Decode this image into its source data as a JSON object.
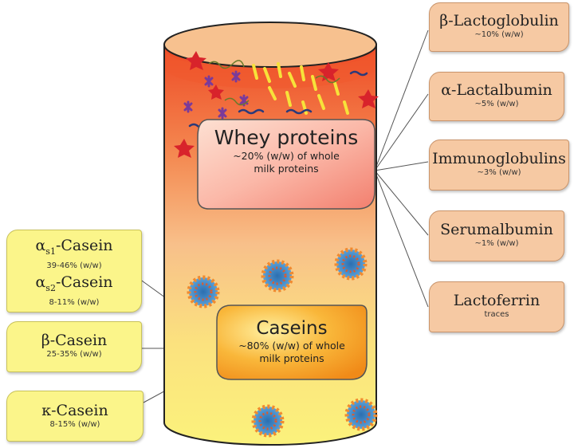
{
  "whey": {
    "title": "Whey proteins",
    "description_line1": "~20% (w/w) of whole",
    "description_line2": "milk proteins",
    "items": [
      {
        "name": "β-Lactoglobulin",
        "value": "~10% (w/w)"
      },
      {
        "name": "α-Lactalbumin",
        "value": "~5% (w/w)"
      },
      {
        "name": "Immunoglobulins",
        "value": "~3% (w/w)"
      },
      {
        "name": "Serumalbumin",
        "value": "~1% (w/w)"
      },
      {
        "name": "Lactoferrin",
        "value": "traces"
      }
    ]
  },
  "casein": {
    "title": "Caseins",
    "description_line1": "~80% (w/w) of whole",
    "description_line2": "milk proteins",
    "alpha": {
      "s1_prefix": "α",
      "s1_sub": "s1",
      "s1_suffix": "-Casein",
      "s1_value": "39-46% (w/w)",
      "s2_prefix": "α",
      "s2_sub": "s2",
      "s2_suffix": "-Casein",
      "s2_value": "8-11% (w/w)"
    },
    "beta": {
      "name": "β-Casein",
      "value": "25-35% (w/w)"
    },
    "kappa": {
      "name": "κ-Casein",
      "value": "8-15% (w/w)"
    }
  },
  "colors": {
    "cylinder_top": "#f0512a",
    "cylinder_mid": "#f7b77c",
    "cylinder_bottom": "#fbf07a",
    "whey_box": "#f6c9a3",
    "casein_box": "#fbf58a",
    "whey_center": "#f9a89a",
    "casein_center": "#f5a623"
  }
}
